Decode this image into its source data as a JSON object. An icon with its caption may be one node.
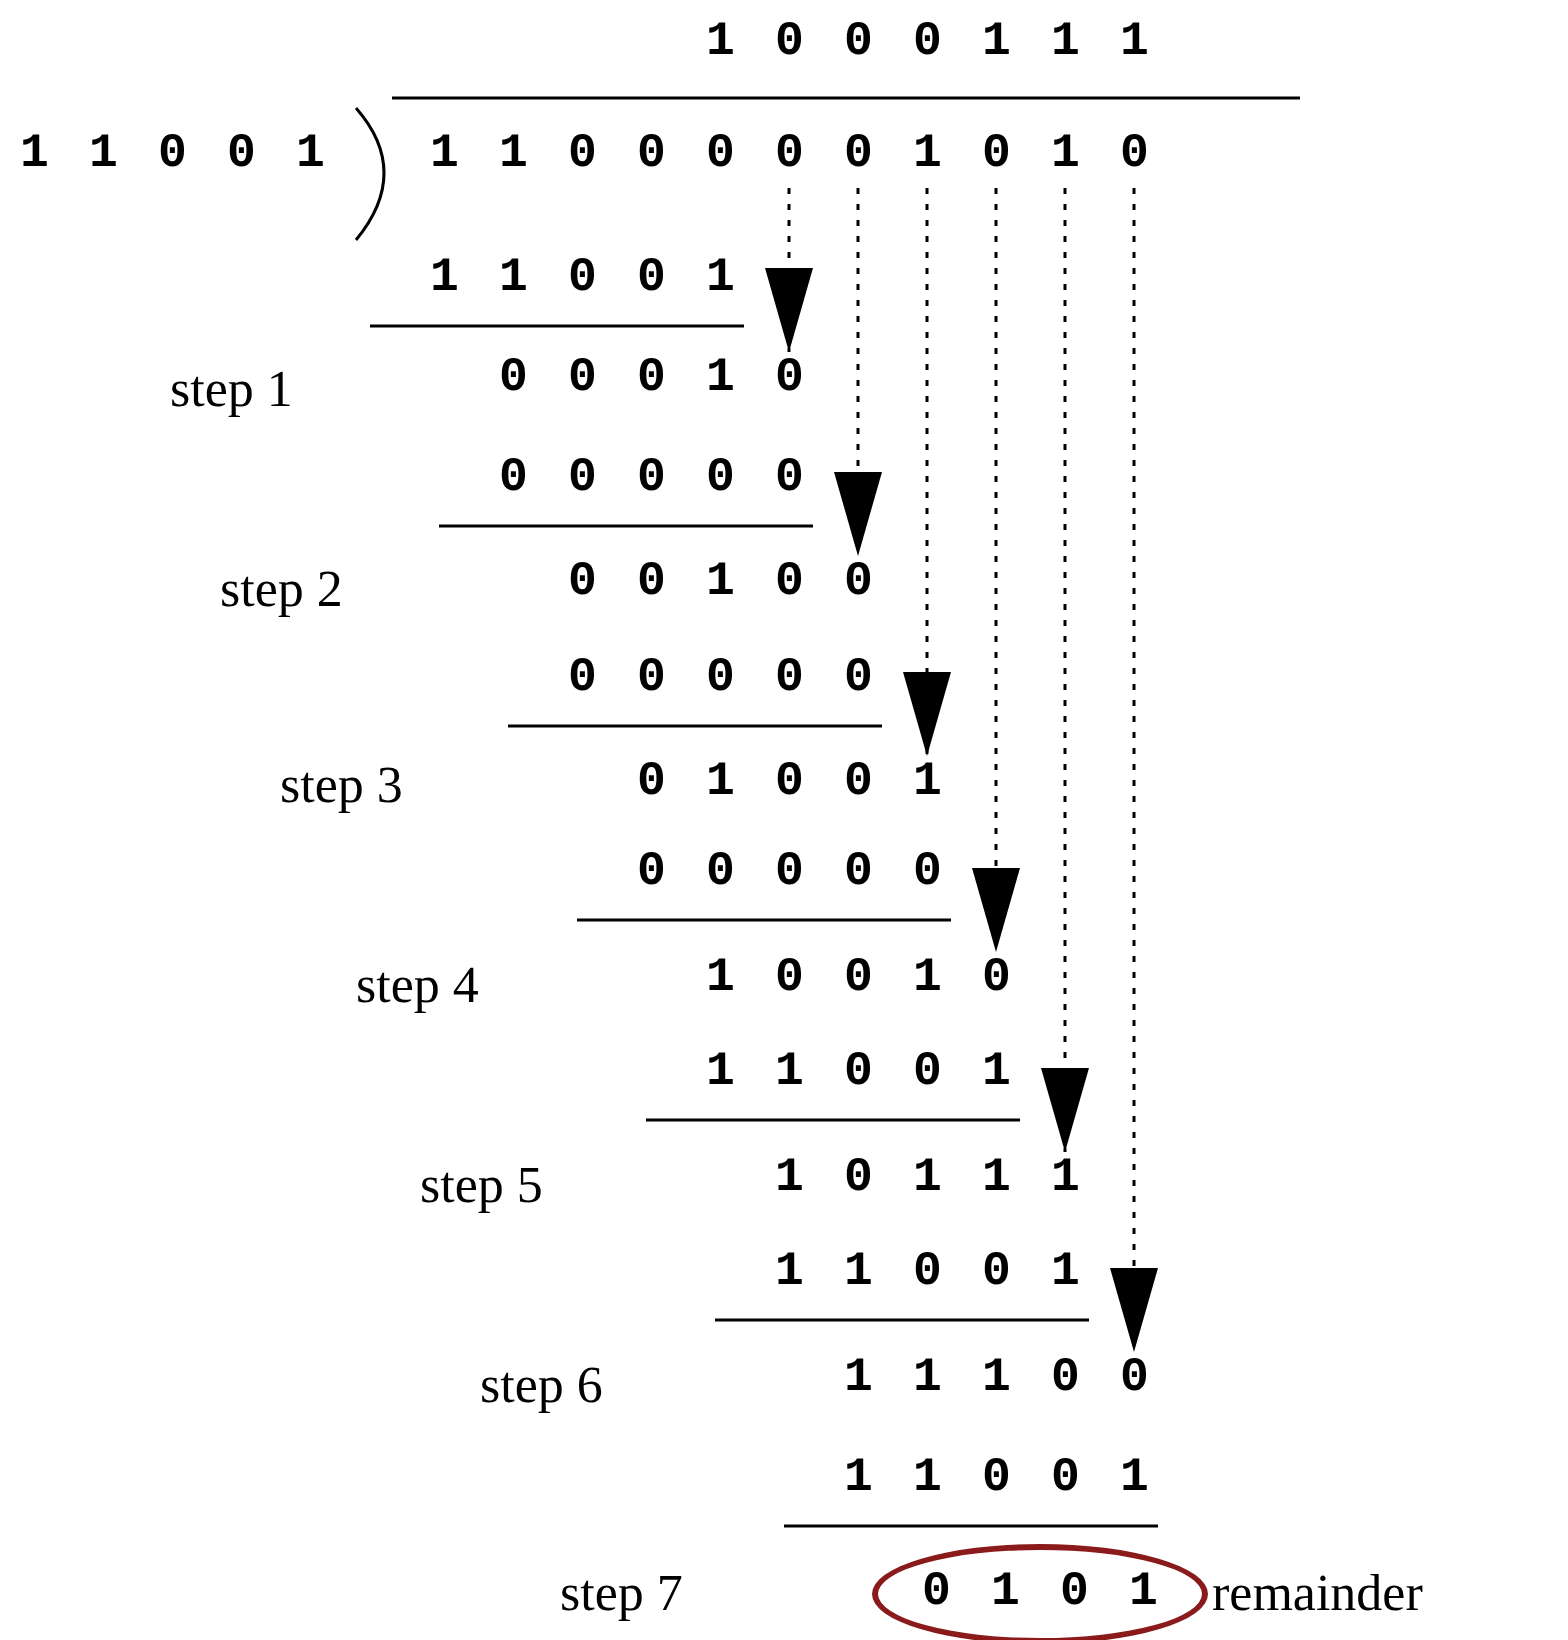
{
  "diagram": {
    "nodes": [
      {
        "text": [
          "11000001010"
        ]
      },
      {
        "text": [
          "00010"
        ]
      },
      {
        "text": [
          "00100"
        ]
      },
      {
        "text": [
          "01001"
        ]
      },
      {
        "text": [
          "10010"
        ]
      },
      {
        "text": [
          "10111"
        ]
      },
      {
        "text": [
          "11100"
        ]
      },
      {
        "text": [
          "0101"
        ],
        "beside": [
          "remainder"
        ]
      }
    ],
    "edges": [
      {
        "from": 0,
        "to": 1,
        "arrow": "to",
        "style": "dashed"
      },
      {
        "from": 0,
        "to": 2,
        "arrow": "to",
        "style": "dashed"
      },
      {
        "from": 0,
        "to": 3,
        "arrow": "to",
        "style": "dashed"
      },
      {
        "from": 0,
        "to": 4,
        "arrow": "to",
        "style": "dashed"
      },
      {
        "from": 0,
        "to": 5,
        "arrow": "to",
        "style": "dashed"
      },
      {
        "from": 0,
        "to": 6,
        "arrow": "to",
        "style": "dashed"
      }
    ],
    "labels": [
      "1000111",
      "11001",
      "11001",
      "step 1",
      "00000",
      "step 2",
      "00000",
      "step 3",
      "00000",
      "step 4",
      "11001",
      "step 5",
      "11001",
      "step 6",
      "11001",
      "step 7"
    ]
  }
}
